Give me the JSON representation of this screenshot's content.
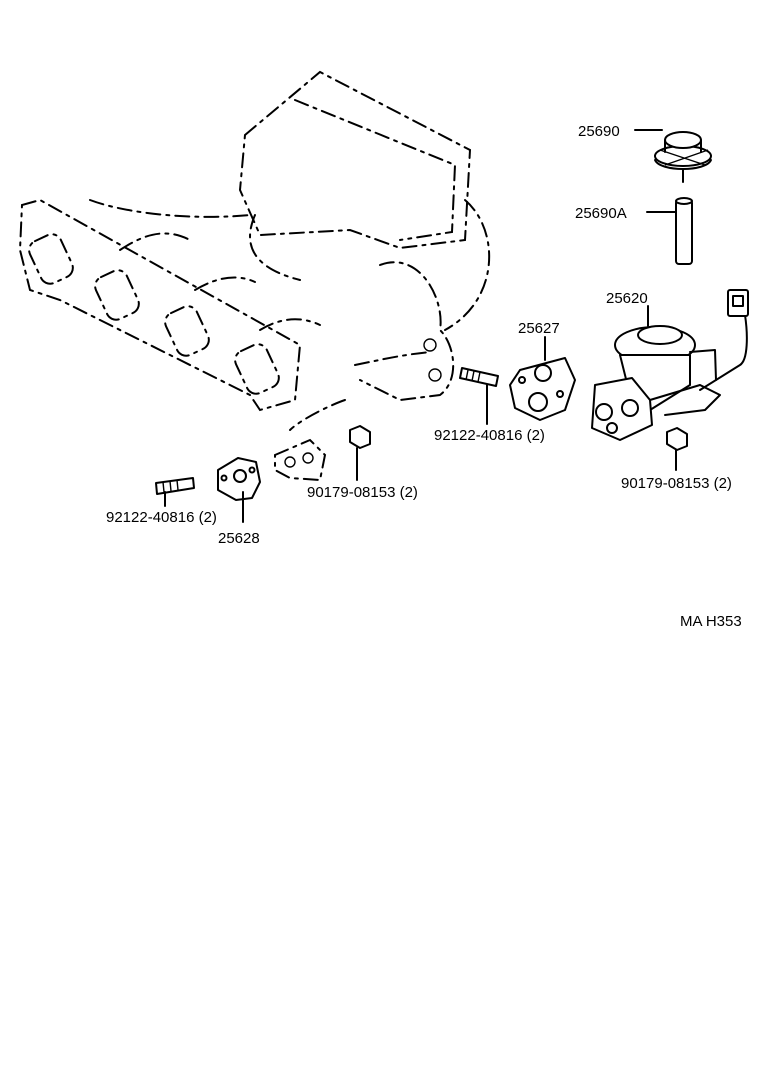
{
  "diagram": {
    "labels": {
      "egr_vacuum_modulator": "25690",
      "hose": "25690A",
      "egr_valve": "25620",
      "gasket_right": "25627",
      "stud_right": "92122-40816 (2)",
      "nut_left": "90179-08153 (2)",
      "nut_right": "90179-08153 (2)",
      "stud_left": "92122-40816 (2)",
      "gasket_left": "25628"
    },
    "figure_code": "MA H353"
  }
}
